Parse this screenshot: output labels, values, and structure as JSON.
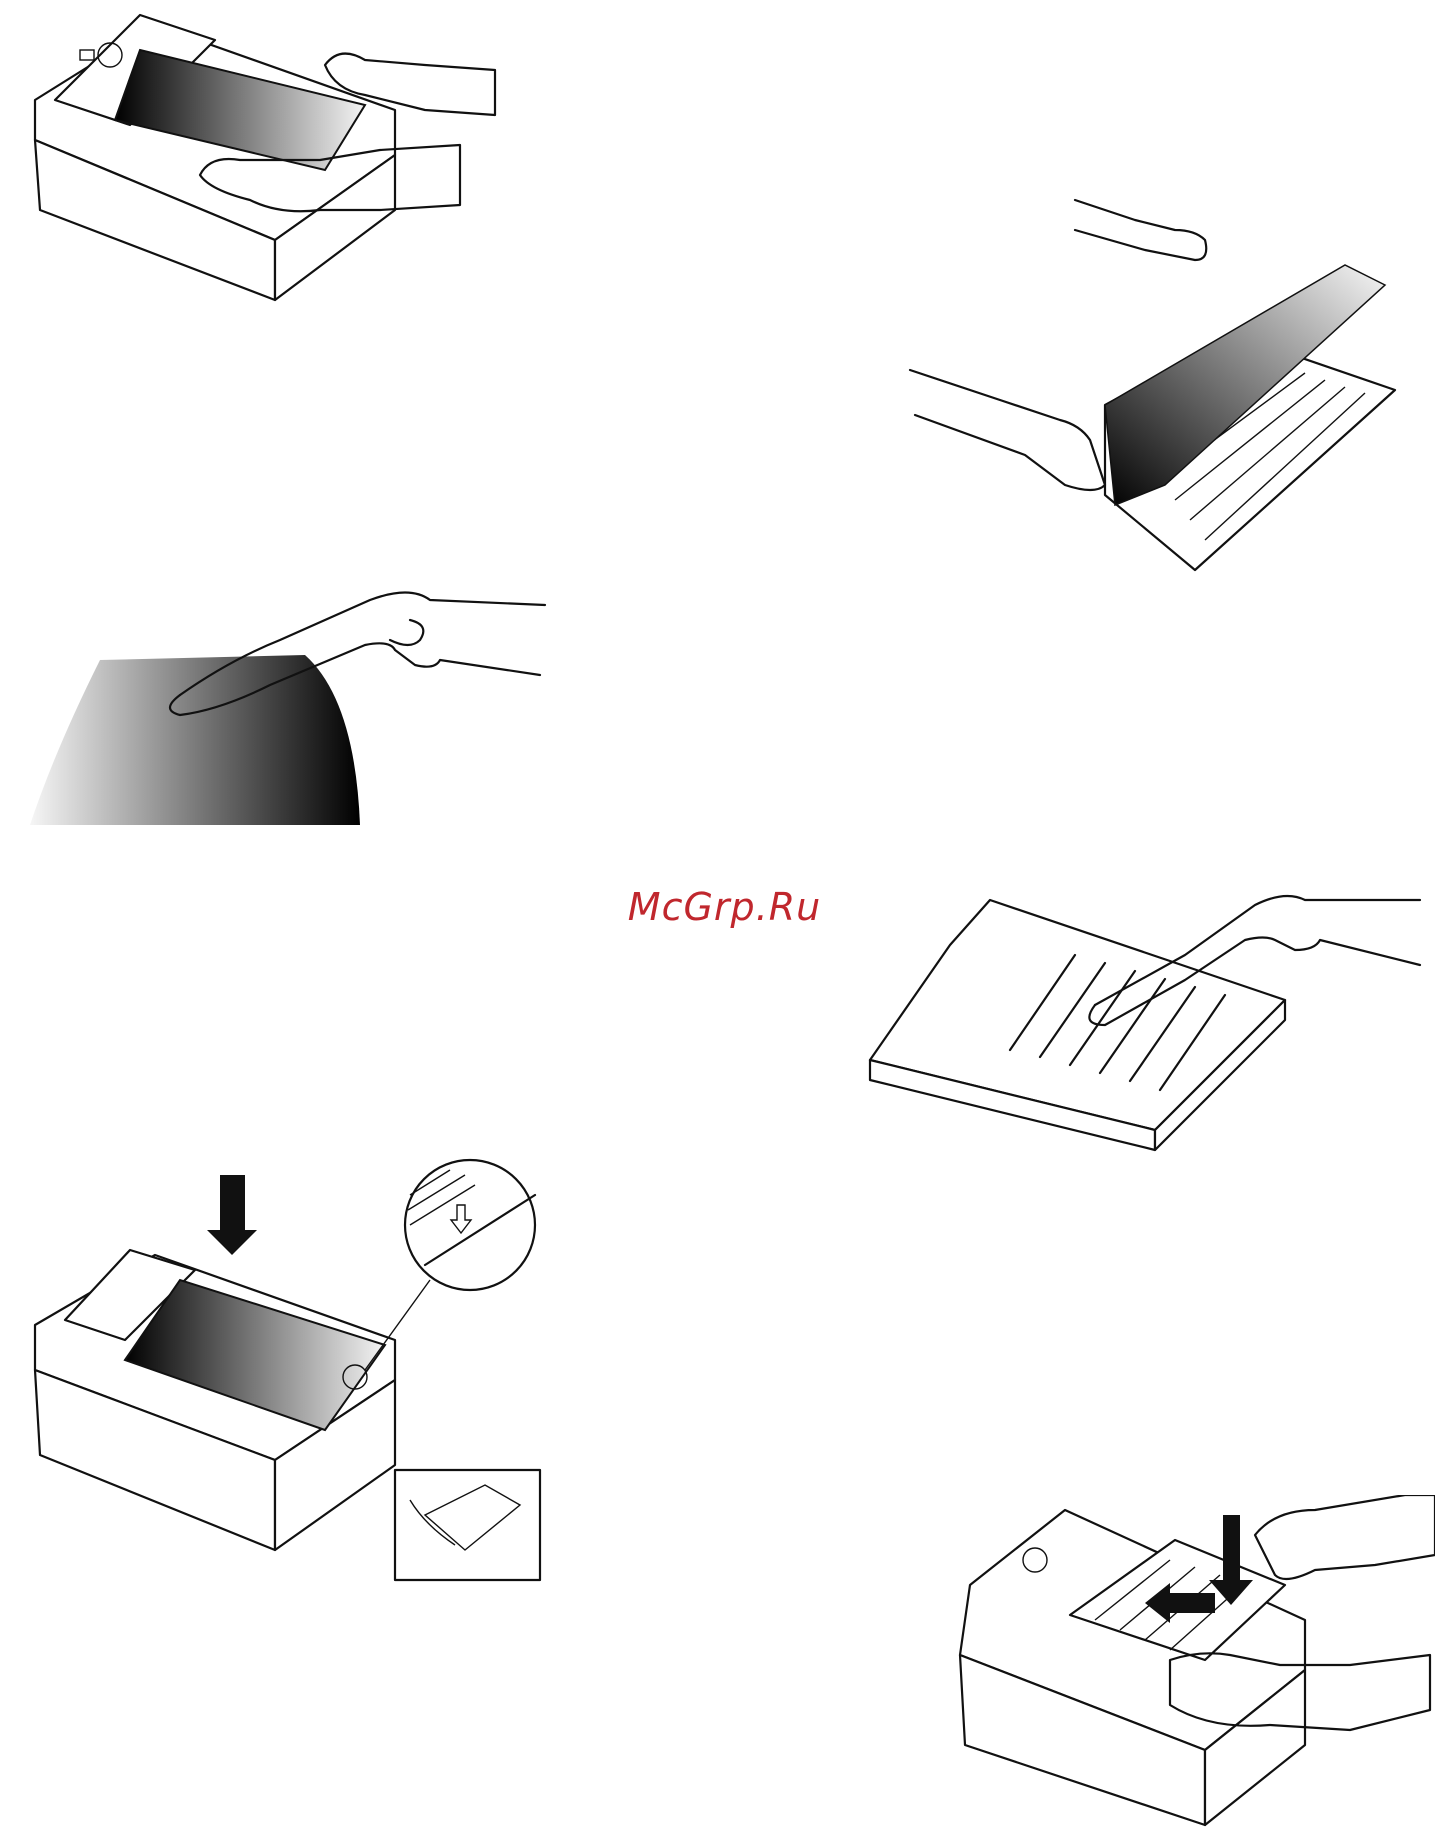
{
  "watermark": {
    "text": "McGrp.Ru",
    "color": "#c0272d"
  },
  "figures": [
    {
      "id": "fig-1",
      "icon": "scanner-lift-cover-illustration"
    },
    {
      "id": "fig-2",
      "icon": "peel-protective-film-illustration"
    },
    {
      "id": "fig-3",
      "icon": "wipe-sheet-illustration"
    },
    {
      "id": "fig-4",
      "icon": "clean-tray-illustration"
    },
    {
      "id": "fig-5",
      "icon": "press-down-cover-illustration"
    },
    {
      "id": "fig-6",
      "icon": "insert-tray-illustration"
    }
  ]
}
